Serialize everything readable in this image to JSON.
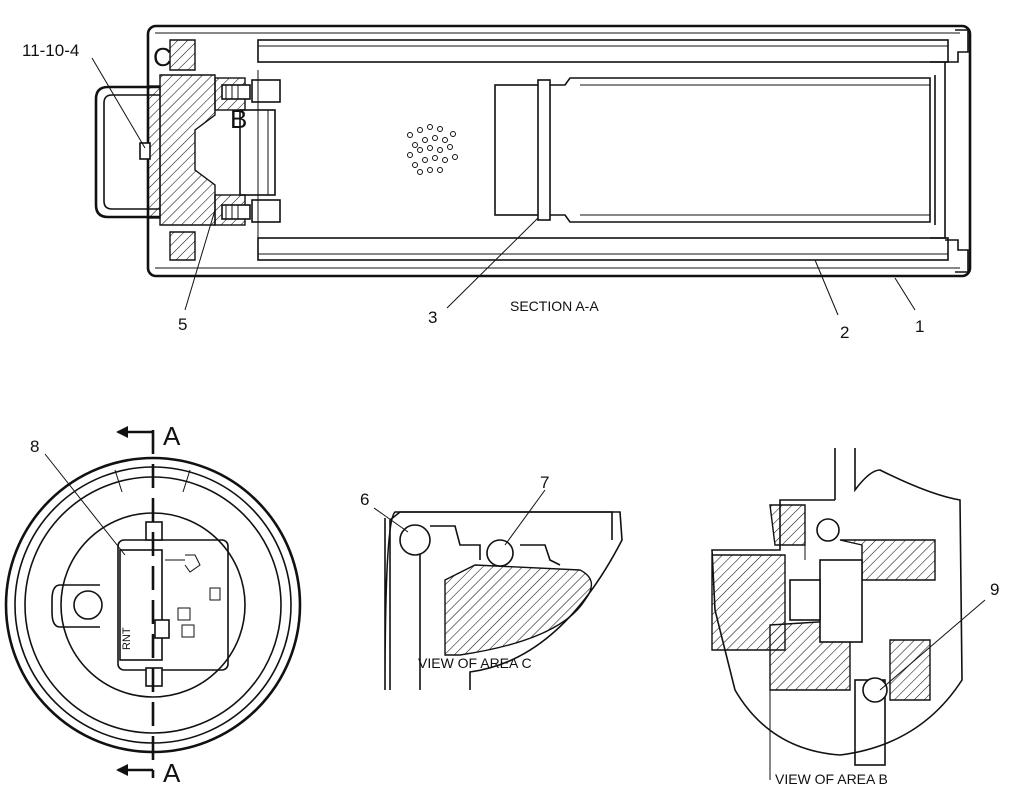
{
  "callouts": {
    "c1": "1",
    "c2": "2",
    "c3": "3",
    "c5": "5",
    "c6": "6",
    "c7": "7",
    "c8": "8",
    "c9": "9",
    "c11": "11-10-4"
  },
  "view_letters": {
    "c": "C",
    "b": "B",
    "a_top": "A",
    "a_bottom": "A"
  },
  "captions": {
    "section": "SECTION A-A",
    "area_c": "VIEW OF AREA C",
    "area_b": "VIEW OF AREA B"
  }
}
